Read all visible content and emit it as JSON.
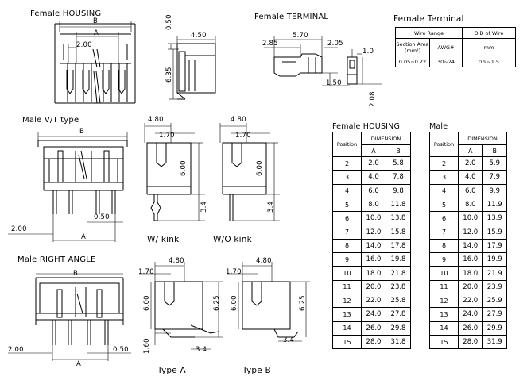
{
  "sections": {
    "female_housing": "Female HOUSING",
    "female_terminal": "Female TERMINAL",
    "female_terminal_table_title": "Female Terminal",
    "male_vt": "Male V/T type",
    "male_right_angle": "Male RIGHT ANGLE",
    "w_kink": "W/ kink",
    "wo_kink": "W/O kink",
    "type_a": "Type A",
    "type_b": "Type B",
    "female_housing_table_title": "Female HOUSING",
    "male_table_title": "Male"
  },
  "dimensions": {
    "fh_b": "B",
    "fh_a": "A",
    "fh_2_00": "2.00",
    "fh_side_050": "0.50",
    "fh_side_450": "4.50",
    "fh_side_635": "6.35",
    "ft_570": "5.70",
    "ft_285": "2.85",
    "ft_205": "2.05",
    "ft_10": "1.0",
    "ft_150": "1.50",
    "ft_208": "2.08",
    "vt_b": "B",
    "vt_a": "A",
    "vt_200": "2.00",
    "vt_050": "0.50",
    "wk_480": "4.80",
    "wk_170": "1.70",
    "wk_600": "6.00",
    "wk_34": "3.4",
    "wo_480": "4.80",
    "wo_170": "1.70",
    "wo_600": "6.00",
    "wo_34": "3.4",
    "ra_b": "B",
    "ra_a": "A",
    "ra_200": "2.00",
    "ra_050": "0.50",
    "ta_480": "4.80",
    "ta_170": "1.70",
    "ta_600": "6.00",
    "ta_625": "6.25",
    "ta_160": "1.60",
    "ta_34": "3.4",
    "tb_480": "4.80",
    "tb_170": "1.70",
    "tb_600": "6.00",
    "tb_625": "6.25",
    "tb_34": "3.4"
  },
  "wire_table": {
    "h_wire_range": "Wire Range",
    "h_od": "O.D of Wire",
    "h_section_area": "Section Area",
    "h_section_unit": "(mm²)",
    "h_awg": "AWG#",
    "h_mm": "mm",
    "row": [
      "0.05~0.22",
      "30~24",
      "0.9~1.5"
    ]
  },
  "female_housing_table": {
    "h_position": "Position",
    "h_dimension": "DIMENSION",
    "h_a": "A",
    "h_b": "B",
    "rows": [
      [
        "2",
        "2.0",
        "5.8"
      ],
      [
        "3",
        "4.0",
        "7.8"
      ],
      [
        "4",
        "6.0",
        "9.8"
      ],
      [
        "5",
        "8.0",
        "11.8"
      ],
      [
        "6",
        "10.0",
        "13.8"
      ],
      [
        "7",
        "12.0",
        "15.8"
      ],
      [
        "8",
        "14.0",
        "17.8"
      ],
      [
        "9",
        "16.0",
        "19.8"
      ],
      [
        "10",
        "18.0",
        "21.8"
      ],
      [
        "11",
        "20.0",
        "23.8"
      ],
      [
        "12",
        "22.0",
        "25.8"
      ],
      [
        "13",
        "24.0",
        "27.8"
      ],
      [
        "14",
        "26.0",
        "29.8"
      ],
      [
        "15",
        "28.0",
        "31.8"
      ]
    ]
  },
  "male_table": {
    "h_position": "Position",
    "h_dimension": "DIMENSION",
    "h_a": "A",
    "h_b": "B",
    "rows": [
      [
        "2",
        "2.0",
        "5.9"
      ],
      [
        "3",
        "4.0",
        "7.9"
      ],
      [
        "4",
        "6.0",
        "9.9"
      ],
      [
        "5",
        "8.0",
        "11.9"
      ],
      [
        "6",
        "10.0",
        "13.9"
      ],
      [
        "7",
        "12.0",
        "15.9"
      ],
      [
        "8",
        "14.0",
        "17.9"
      ],
      [
        "9",
        "16.0",
        "19.9"
      ],
      [
        "10",
        "18.0",
        "21.9"
      ],
      [
        "11",
        "20.0",
        "23.9"
      ],
      [
        "12",
        "22.0",
        "25.9"
      ],
      [
        "13",
        "24.0",
        "27.9"
      ],
      [
        "14",
        "26.0",
        "29.9"
      ],
      [
        "15",
        "28.0",
        "31.9"
      ]
    ]
  }
}
